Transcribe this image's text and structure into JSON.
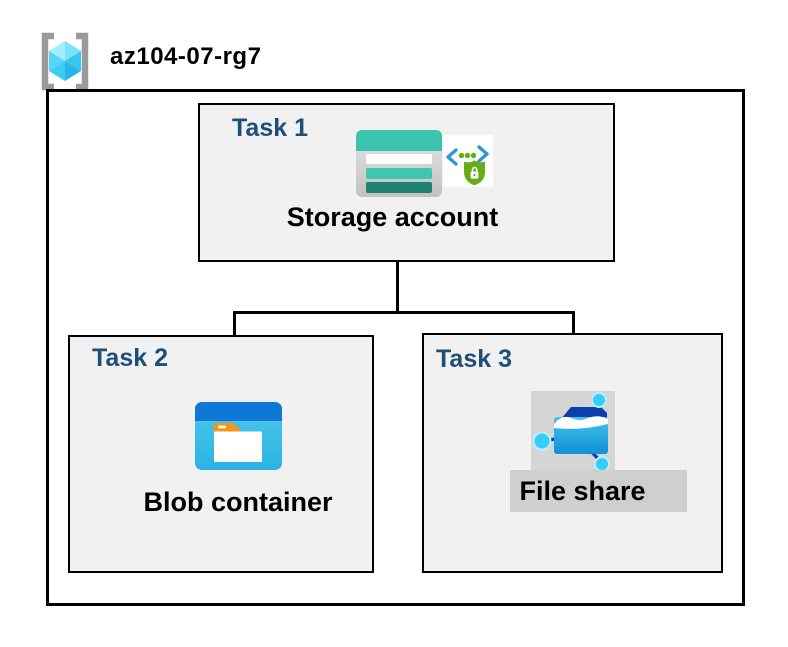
{
  "header": {
    "resource_group": "az104-07-rg7"
  },
  "tasks": [
    {
      "label": "Task 1",
      "resource": "Storage account",
      "icons": [
        "storage-account-icon",
        "sas-shield-lock-icon"
      ]
    },
    {
      "label": "Task 2",
      "resource": "Blob container",
      "icons": [
        "blob-container-icon"
      ]
    },
    {
      "label": "Task 3",
      "resource": "File share",
      "icons": [
        "file-share-icon"
      ],
      "highlighted": true
    }
  ],
  "icons": {
    "resource_group": "resource-group-icon",
    "storage_account": "storage-account-icon",
    "shared_access_signature": "sas-shield-lock-icon",
    "blob_container": "blob-container-icon",
    "file_share": "file-share-icon"
  },
  "colors": {
    "task_label_blue": "#1f4e79",
    "task_box_fill": "#f1f1f1",
    "border_black": "#000000",
    "storage_teal": "#3cc3ad",
    "storage_teal_dark": "#1f8172",
    "blob_top_blue": "#0f78d7",
    "blob_body_cyan": "#3bc0e8",
    "folder_tab_orange": "#f7941e",
    "sas_green": "#68ac15",
    "sas_chevron_blue": "#2b98d6",
    "file_share_navy": "#0c3fae",
    "file_share_body_blue": "#1192d3",
    "node_cyan": "#35cdfa",
    "highlight_gray": "#d5d5d5",
    "rg_bracket_gray": "#9b9b9b",
    "rg_cube_cyan": "#51d3f7"
  }
}
